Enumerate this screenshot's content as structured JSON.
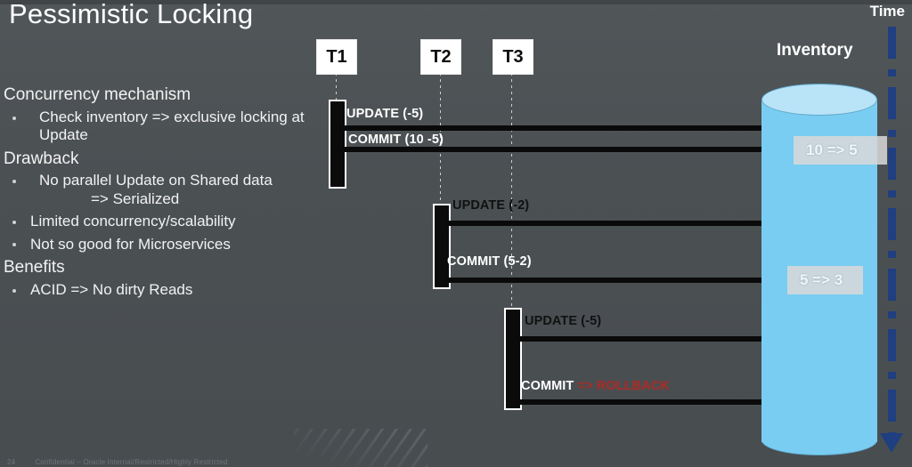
{
  "slide": {
    "title": "Pessimistic Locking",
    "footer_number": "24",
    "footer_text": "Confidential – Oracle Internal/Restricted/Highly Restricted"
  },
  "content": {
    "sections": [
      {
        "heading": "Concurrency mechanism"
      },
      {
        "bullet": "Check inventory => exclusive locking at Update"
      },
      {
        "heading": "Drawback"
      },
      {
        "bullet": "No parallel Update on Shared data",
        "sub": "=> Serialized"
      },
      {
        "bullet": "Limited concurrency/scalability"
      },
      {
        "bullet": "Not so good for Microservices"
      },
      {
        "heading": "Benefits"
      },
      {
        "bullet": "ACID => No dirty Reads"
      }
    ],
    "heading_1": "Concurrency mechanism",
    "bullet_1": "Check inventory => exclusive locking at Update",
    "heading_2": "Drawback",
    "bullet_2": "No parallel Update on Shared data",
    "bullet_2_sub": "=> Serialized",
    "bullet_3": "Limited concurrency/scalability",
    "bullet_4": "Not so good for Microservices",
    "heading_3": "Benefits",
    "bullet_5": "ACID => No dirty Reads"
  },
  "diagram": {
    "transactions": [
      {
        "id": "T1",
        "label": "T1"
      },
      {
        "id": "T2",
        "label": "T2"
      },
      {
        "id": "T3",
        "label": "T3"
      }
    ],
    "t1_label": "T1",
    "t2_label": "T2",
    "t3_label": "T3",
    "messages": [
      {
        "id": "t1-update",
        "label": "UPDATE (-5)",
        "from": "T1"
      },
      {
        "id": "t1-commit",
        "label": "COMMIT (10 -5)",
        "from": "T1"
      },
      {
        "id": "t2-update",
        "label": "UPDATE (-2)",
        "from": "T2"
      },
      {
        "id": "t2-commit",
        "label": "COMMIT (5-2)",
        "from": "T2"
      },
      {
        "id": "t3-update",
        "label": "UPDATE (-5)",
        "from": "T3"
      },
      {
        "id": "t3-commit",
        "label": "COMMIT ",
        "from": "T3"
      }
    ],
    "t1_update_label": "UPDATE (-5)",
    "t1_commit_label": "COMMIT (10 -5)",
    "t2_update_label": "UPDATE (-2)",
    "t2_commit_label": "COMMIT (5-2)",
    "t3_update_label": "UPDATE (-5)",
    "t3_commit_label": "COMMIT ",
    "t3_rollback_label": "=> ROLLBACK",
    "inventory_label": "Inventory",
    "inventory_values": [
      {
        "id": "v1",
        "text": "10 => 5"
      },
      {
        "id": "v2",
        "text": "5 => 3"
      }
    ],
    "inventory_value_1": "10 => 5",
    "inventory_value_2": "5 => 3",
    "time_label": "Time"
  },
  "colors": {
    "background": "#4b5052",
    "cylinder": "#79cdf2",
    "cylinder_top": "#b9e3f7",
    "time_axis": "#1f3f80",
    "rollback_text": "#c0251e",
    "value_box": "#d9d9d9",
    "message_line": "#0a0a0a"
  }
}
